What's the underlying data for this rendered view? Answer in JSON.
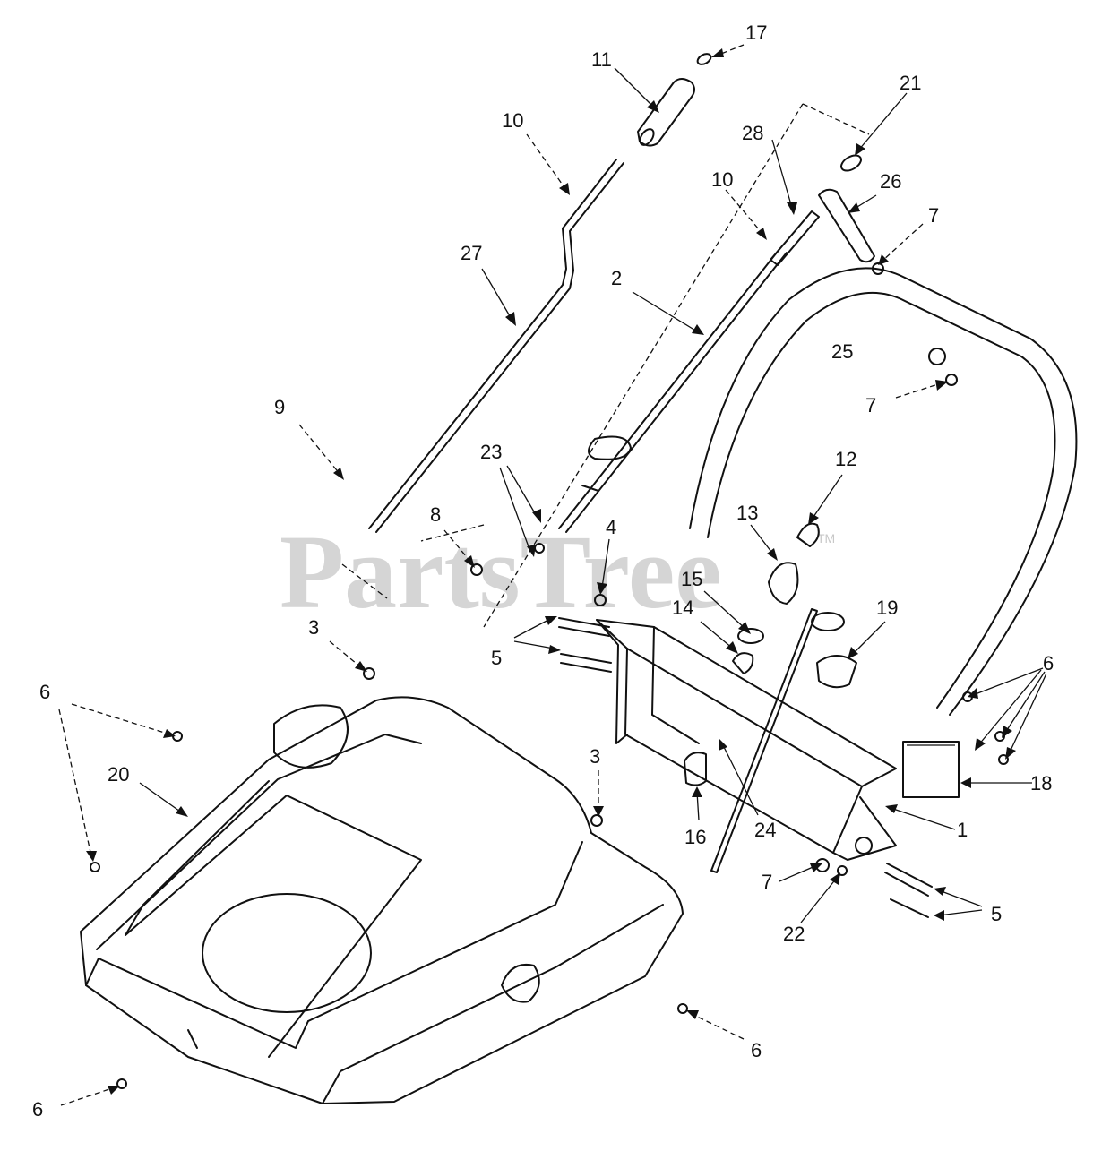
{
  "watermark": {
    "text": "PartsTree",
    "tm": "TM"
  },
  "callouts": [
    "17",
    "11",
    "10",
    "28",
    "21",
    "10",
    "26",
    "7",
    "27",
    "2",
    "25",
    "7",
    "9",
    "23",
    "12",
    "8",
    "4",
    "13",
    "15",
    "14",
    "19",
    "3",
    "5",
    "6",
    "6",
    "20",
    "3",
    "16",
    "24",
    "1",
    "18",
    "7",
    "22",
    "5",
    "6",
    "6"
  ]
}
